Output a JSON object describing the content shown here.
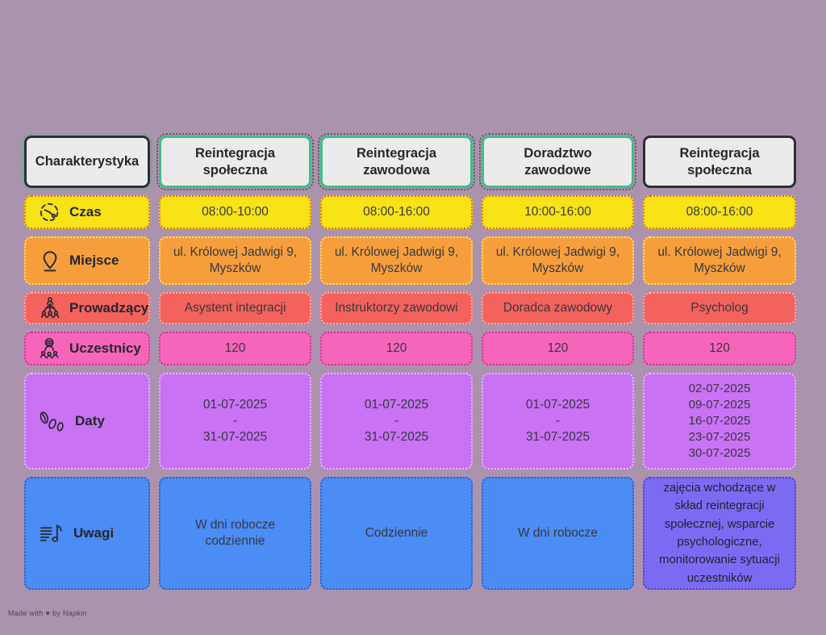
{
  "page": {
    "background": "#AC93AD",
    "watermark": "Made with ♥ by Napkin"
  },
  "header": {
    "cells": [
      {
        "label": "Charakterystyka",
        "style": "dark-green"
      },
      {
        "label": "Reintegracja społeczna",
        "style": "green"
      },
      {
        "label": "Reintegracja zawodowa",
        "style": "green"
      },
      {
        "label": "Doradztwo zawodowe",
        "style": "green"
      },
      {
        "label": "Reintegracja społeczna",
        "style": "dark"
      }
    ],
    "accent_green": "#3FBE85",
    "accent_dark": "#2E2E36",
    "bg": "#EBEBEB"
  },
  "rows": [
    {
      "id": "czas",
      "label": "Czas",
      "icon": "clock-icon",
      "bg": "#F8E316",
      "border": "#D86F24",
      "values": [
        "08:00-10:00",
        "08:00-16:00",
        "10:00-16:00",
        "08:00-16:00"
      ]
    },
    {
      "id": "miejsce",
      "label": "Miejsce",
      "icon": "location-pin-icon",
      "bg": "#F69E3C",
      "border": "#FFE066",
      "values": [
        "ul. Królowej Jadwigi 9, Myszków",
        "ul. Królowej Jadwigi 9, Myszków",
        "ul. Królowej Jadwigi 9, Myszków",
        "ul. Królowej Jadwigi 9, Myszków"
      ]
    },
    {
      "id": "prowadzacy",
      "label": "Prowadzący",
      "icon": "presenter-icon",
      "bg": "#F4625D",
      "border": "#FFB0A6",
      "values": [
        "Asystent integracji",
        "Instruktorzy zawodowi",
        "Doradca zawodowy",
        "Psycholog"
      ]
    },
    {
      "id": "uczestnicy",
      "label": "Uczestnicy",
      "icon": "participants-icon",
      "bg": "#F765BB",
      "border": "#C2368F",
      "values": [
        "120",
        "120",
        "120",
        "120"
      ]
    },
    {
      "id": "daty",
      "label": "Daty",
      "icon": "dates-icon",
      "bg": "#C972F3",
      "border": "#E6BCFA",
      "values": [
        [
          "01-07-2025",
          "-",
          "31-07-2025"
        ],
        [
          "01-07-2025",
          "-",
          "31-07-2025"
        ],
        [
          "01-07-2025",
          "-",
          "31-07-2025"
        ],
        [
          "02-07-2025",
          "09-07-2025",
          "16-07-2025",
          "23-07-2025",
          "30-07-2025"
        ]
      ]
    },
    {
      "id": "uwagi",
      "label": "Uwagi",
      "icon": "music-note-icon",
      "bg": "#4B8CF5",
      "border": "#2B5FC7",
      "cell_bgs": [
        "#4B8CF5",
        "#4B8CF5",
        "#4B8CF5",
        "#7B6BF2"
      ],
      "cell_borders": [
        "#2B5FC7",
        "#2B5FC7",
        "#2B5FC7",
        "#4D3FD1"
      ],
      "values": [
        "W dni robocze codziennie",
        "Codziennie",
        "W dni robocze",
        "zajęcia wchodzące w skład reintegracji społecznej, wsparcie psychologiczne, monitorowanie sytuacji uczestników"
      ]
    }
  ]
}
